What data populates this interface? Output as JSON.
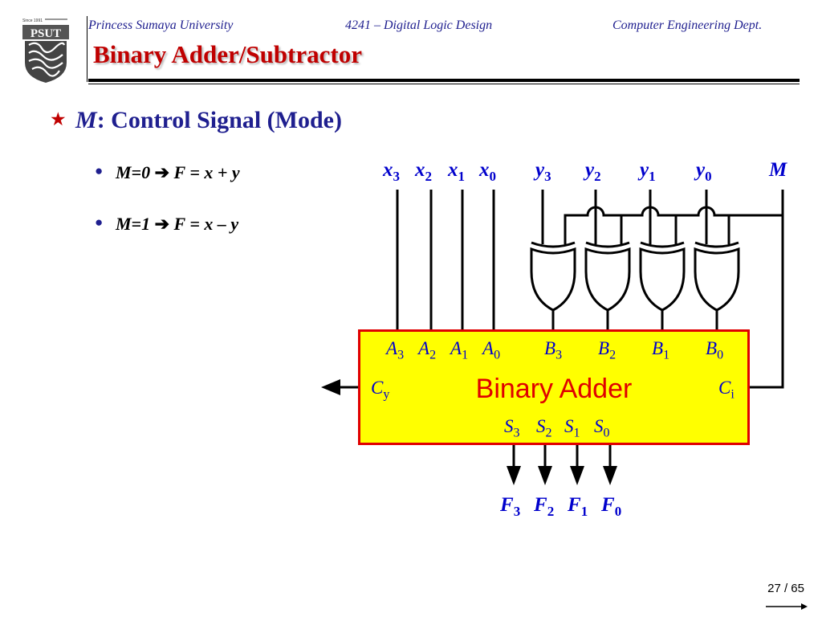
{
  "header": {
    "university": "Princess Sumaya University",
    "course": "4241 – Digital Logic Design",
    "department": "Computer Engineering Dept."
  },
  "logo": {
    "since": "Since 1991",
    "acronym": "PSUT"
  },
  "slide": {
    "title": "Binary Adder/Subtractor",
    "bullet_main": {
      "var": "M",
      "text": ": Control Signal (Mode)"
    },
    "sub_bullets": [
      {
        "mode": "M=0",
        "result": "F = x + y"
      },
      {
        "mode": "M=1",
        "result": "F = x – y"
      }
    ]
  },
  "diagram": {
    "x_inputs": [
      {
        "v": "x",
        "i": "3"
      },
      {
        "v": "x",
        "i": "2"
      },
      {
        "v": "x",
        "i": "1"
      },
      {
        "v": "x",
        "i": "0"
      }
    ],
    "y_inputs": [
      {
        "v": "y",
        "i": "3"
      },
      {
        "v": "y",
        "i": "2"
      },
      {
        "v": "y",
        "i": "1"
      },
      {
        "v": "y",
        "i": "0"
      }
    ],
    "mode_input": "M",
    "adder": {
      "name": "Binary Adder",
      "a_ports": [
        {
          "v": "A",
          "i": "3"
        },
        {
          "v": "A",
          "i": "2"
        },
        {
          "v": "A",
          "i": "1"
        },
        {
          "v": "A",
          "i": "0"
        }
      ],
      "b_ports": [
        {
          "v": "B",
          "i": "3"
        },
        {
          "v": "B",
          "i": "2"
        },
        {
          "v": "B",
          "i": "1"
        },
        {
          "v": "B",
          "i": "0"
        }
      ],
      "s_ports": [
        {
          "v": "S",
          "i": "3"
        },
        {
          "v": "S",
          "i": "2"
        },
        {
          "v": "S",
          "i": "1"
        },
        {
          "v": "S",
          "i": "0"
        }
      ],
      "carry_out": {
        "v": "C",
        "i": "y"
      },
      "carry_in": {
        "v": "C",
        "i": "i"
      }
    },
    "f_outputs": [
      {
        "v": "F",
        "i": "3"
      },
      {
        "v": "F",
        "i": "2"
      },
      {
        "v": "F",
        "i": "1"
      },
      {
        "v": "F",
        "i": "0"
      }
    ]
  },
  "footer": {
    "page": "27 / 65"
  }
}
